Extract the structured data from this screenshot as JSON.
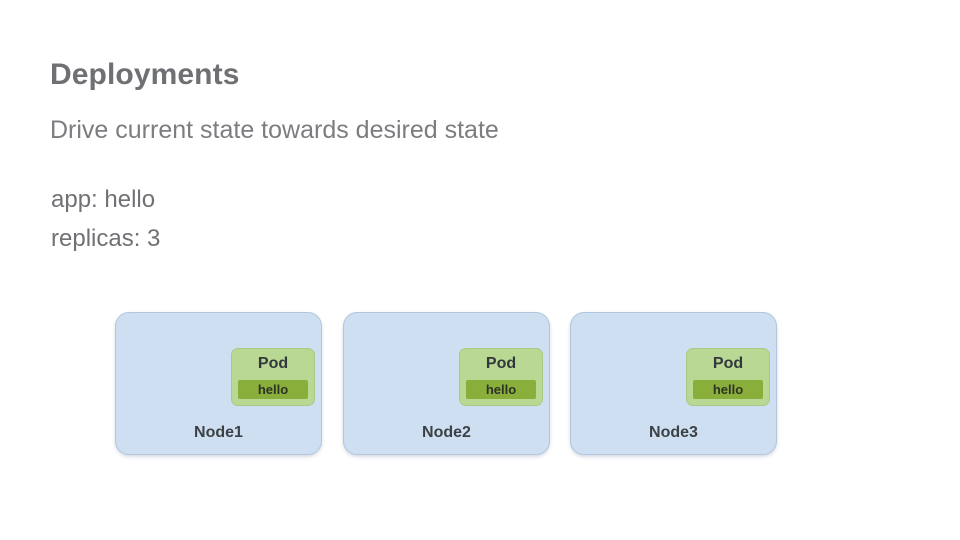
{
  "slide": {
    "background_color": "#ffffff",
    "title": "Deployments",
    "subtitle": "Drive current state towards desired state",
    "title_color": "#6e7073",
    "subtitle_color": "#7b7d80"
  },
  "spec": {
    "app_line": "app: hello",
    "replicas_line": "replicas: 3",
    "app_key": "app",
    "app_value": "hello",
    "replicas_key": "replicas",
    "replicas_value": "3",
    "text_color": "#6f7174"
  },
  "cluster": {
    "node_fill_color": "#cfdff2",
    "node_border_color": "#b3c6dc",
    "pod_fill_color": "#b9d894",
    "pod_border_color": "#a9ca84",
    "pod_chip_color": "#8aae3a",
    "label_color": "#3c4146",
    "nodes": [
      {
        "label": "Node1",
        "pod": {
          "title": "Pod",
          "chip": "hello"
        }
      },
      {
        "label": "Node2",
        "pod": {
          "title": "Pod",
          "chip": "hello"
        }
      },
      {
        "label": "Node3",
        "pod": {
          "title": "Pod",
          "chip": "hello"
        }
      }
    ]
  }
}
